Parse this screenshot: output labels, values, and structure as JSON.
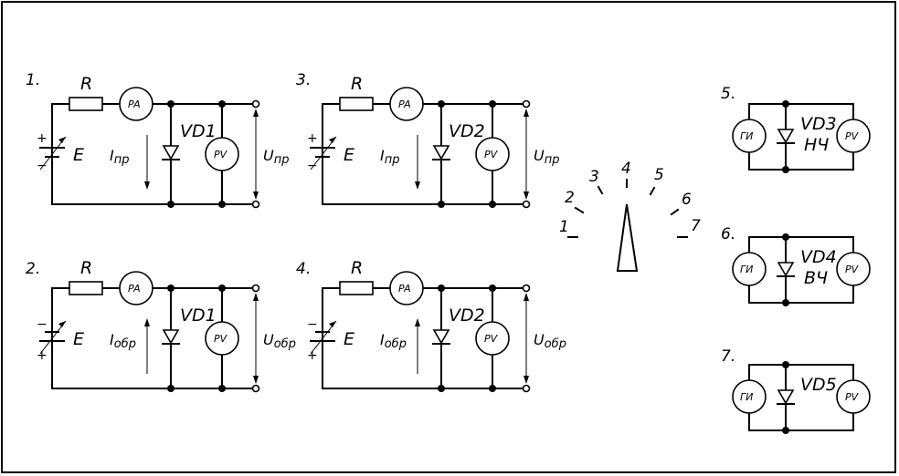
{
  "circuits": [
    {
      "number": "1.",
      "resistor": "R",
      "ammeter": "PA",
      "source": "E",
      "current": "I",
      "current_sub": "пр",
      "diode": "VD1",
      "voltmeter": "PV",
      "voltage": "U",
      "voltage_sub": "пр",
      "top_sign": "+",
      "bottom_sign": "−"
    },
    {
      "number": "2.",
      "resistor": "R",
      "ammeter": "PA",
      "source": "E",
      "current": "I",
      "current_sub": "обр",
      "diode": "VD1",
      "voltmeter": "PV",
      "voltage": "U",
      "voltage_sub": "обр",
      "top_sign": "−",
      "bottom_sign": "+"
    },
    {
      "number": "3.",
      "resistor": "R",
      "ammeter": "PA",
      "source": "E",
      "current": "I",
      "current_sub": "пр",
      "diode": "VD2",
      "voltmeter": "PV",
      "voltage": "U",
      "voltage_sub": "пр",
      "top_sign": "+",
      "bottom_sign": "−"
    },
    {
      "number": "4.",
      "resistor": "R",
      "ammeter": "PA",
      "source": "E",
      "current": "I",
      "current_sub": "обр",
      "diode": "VD2",
      "voltmeter": "PV",
      "voltage": "U",
      "voltage_sub": "обр",
      "top_sign": "−",
      "bottom_sign": "+"
    }
  ],
  "switch_positions": [
    "1",
    "2",
    "3",
    "4",
    "5",
    "6",
    "7"
  ],
  "pulse_circuits": [
    {
      "number": "5.",
      "generator": "ГИ",
      "diode": "VD3",
      "diode_type": "НЧ",
      "voltmeter": "PV"
    },
    {
      "number": "6.",
      "generator": "ГИ",
      "diode": "VD4",
      "diode_type": "ВЧ",
      "voltmeter": "PV"
    },
    {
      "number": "7.",
      "generator": "ГИ",
      "diode": "VD5",
      "diode_type": "",
      "voltmeter": "PV"
    }
  ]
}
